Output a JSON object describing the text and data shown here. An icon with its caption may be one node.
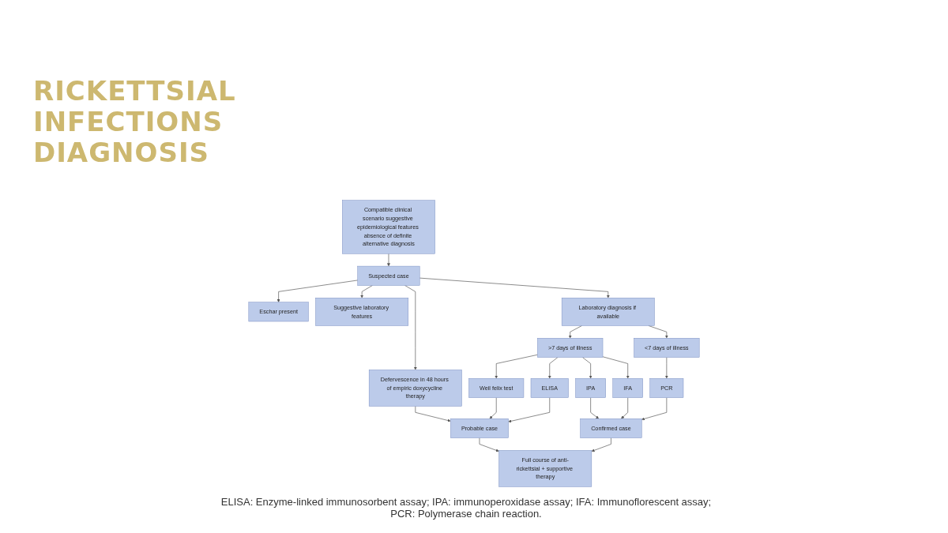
{
  "diagram": {
    "title": "RICKETTSIAL INFECTIONS DIAGNOSIS",
    "caption": "ELISA: Enzyme-linked immunosorbent assay; IPA: immunoperoxidase assay; IFA: Immunoflorescent assay; PCR: Polymerase chain reaction.",
    "nodes": [
      {
        "text": [
          "Compatible clinical scenario suggestive epidemiological features absence of definite alternative diagnosis"
        ]
      },
      {
        "text": [
          "Suspected case"
        ]
      },
      {
        "text": [
          "Eschar present"
        ]
      },
      {
        "text": [
          "Suggestive laboratory features"
        ]
      },
      {
        "text": [
          "Defervescence in 48 hours of empiric doxycycline therapy"
        ]
      },
      {
        "text": [
          "Laboratory diagnosis if available"
        ]
      },
      {
        "text": [
          ">7 days of illness"
        ]
      },
      {
        "text": [
          "<7 days of illness"
        ]
      },
      {
        "text": [
          "Weil felix test"
        ]
      },
      {
        "text": [
          "ELISA"
        ]
      },
      {
        "text": [
          "IPA"
        ]
      },
      {
        "text": [
          "IFA"
        ]
      },
      {
        "text": [
          "PCR"
        ]
      },
      {
        "text": [
          "Probable case"
        ]
      },
      {
        "text": [
          "Confirmed case"
        ]
      },
      {
        "text": [
          "Full course of anti-rickettsial + supportive therapy"
        ]
      }
    ],
    "edges": [
      {
        "from": 0,
        "to": 1,
        "arrow": "to"
      },
      {
        "from": 1,
        "to": 2,
        "arrow": "to"
      },
      {
        "from": 1,
        "to": 3,
        "arrow": "to"
      },
      {
        "from": 1,
        "to": 4,
        "arrow": "to"
      },
      {
        "from": 1,
        "to": 5,
        "arrow": "to"
      },
      {
        "from": 4,
        "to": 13,
        "arrow": "to"
      },
      {
        "from": 5,
        "to": 6,
        "arrow": "to"
      },
      {
        "from": 5,
        "to": 7,
        "arrow": "to"
      },
      {
        "from": 6,
        "to": 8,
        "arrow": "to"
      },
      {
        "from": 6,
        "to": 9,
        "arrow": "to"
      },
      {
        "from": 6,
        "to": 10,
        "arrow": "to"
      },
      {
        "from": 6,
        "to": 11,
        "arrow": "to"
      },
      {
        "from": 7,
        "to": 12,
        "arrow": "to"
      },
      {
        "from": 8,
        "to": 13,
        "arrow": "to"
      },
      {
        "from": 9,
        "to": 13,
        "arrow": "to"
      },
      {
        "from": 10,
        "to": 14,
        "arrow": "to"
      },
      {
        "from": 11,
        "to": 14,
        "arrow": "to"
      },
      {
        "from": 12,
        "to": 14,
        "arrow": "to"
      },
      {
        "from": 13,
        "to": 15,
        "arrow": "to"
      },
      {
        "from": 14,
        "to": 15,
        "arrow": "to"
      }
    ]
  }
}
